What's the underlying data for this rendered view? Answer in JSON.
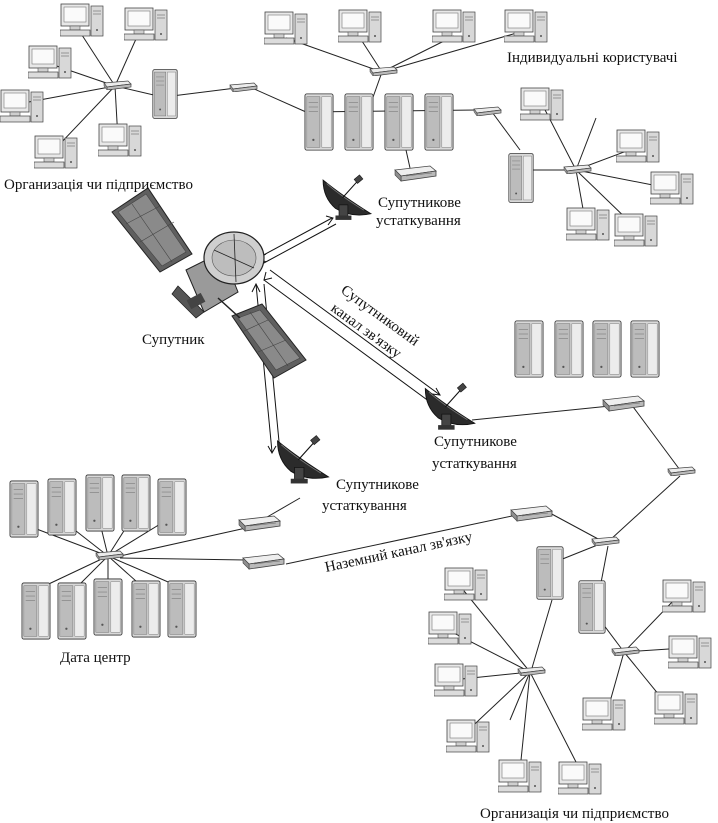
{
  "labels": {
    "org_top_left": "Организація чи підприємство",
    "individual_users": "Індивидуальні користувачі",
    "sat_equipment_1_line1": "Супутникове",
    "sat_equipment_1_line2": "устаткування",
    "satellite": "Супутник",
    "sat_channel_line1": "Супутниковий",
    "sat_channel_line2": "канал зв'язку",
    "sat_equipment_2_line1": "Супутникове",
    "sat_equipment_2_line2": "устаткування",
    "sat_equipment_3_line1": "Супутникове",
    "sat_equipment_3_line2": "устаткування",
    "ground_channel": "Наземний канал зв'язку",
    "data_center": "Дата центр",
    "org_bottom_right": "Организація чи підприємство"
  },
  "colors": {
    "line": "#222222",
    "device_light": "#e6e6e6",
    "device_mid": "#bdbdbd",
    "device_dark": "#555555",
    "dish": "#2a2a2a",
    "solar_panel": "#6b6b6b"
  },
  "icons": {
    "workstation": "desktop-computer-icon",
    "server": "tower-server-icon",
    "hub": "network-hub-icon",
    "router": "router-icon",
    "dish": "satellite-dish-icon",
    "satellite": "satellite-icon"
  }
}
